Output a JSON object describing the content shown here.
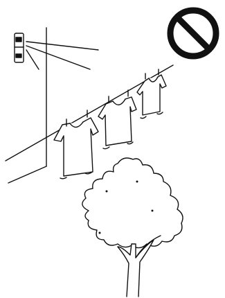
{
  "colors": {
    "ink": "#111111",
    "background": "#ffffff",
    "fill": "#ffffff"
  },
  "icons": [
    "prohibited-icon",
    "wall-sensor-icon",
    "shirt-icon",
    "tree-icon"
  ],
  "elements": {
    "prohibition_sign": "no-symbol",
    "clothesline": "diagonal-line",
    "shirts_count": 3,
    "sensor_beams": 3
  }
}
